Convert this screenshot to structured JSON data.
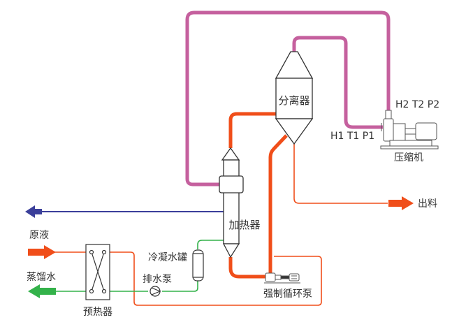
{
  "title": "MVR 蒸发系统流程图",
  "colors": {
    "vapor": "#c5609e",
    "liquid": "#f04e1a",
    "condensate": "#33b24a",
    "vent": "#3b3f9a",
    "outline": "#333333",
    "text": "#333333"
  },
  "labels": {
    "separator": "分离器",
    "heater": "加热器",
    "compressor": "压缩机",
    "compressor_inlet": "H1 T1 P1",
    "compressor_outlet": "H2 T2 P2",
    "discharge": "出料",
    "feed": "原液",
    "distilled_water": "蒸馏水",
    "condensate_tank": "冷凝水罐",
    "drain_pump": "排水泵",
    "preheater": "预热器",
    "forced_circulation_pump": "强制循环泵"
  },
  "icons": {
    "feed_arrow": "arrow-right",
    "discharge_arrow": "arrow-right",
    "distilled_arrow": "arrow-left",
    "vent_arrow": "arrow-left"
  }
}
